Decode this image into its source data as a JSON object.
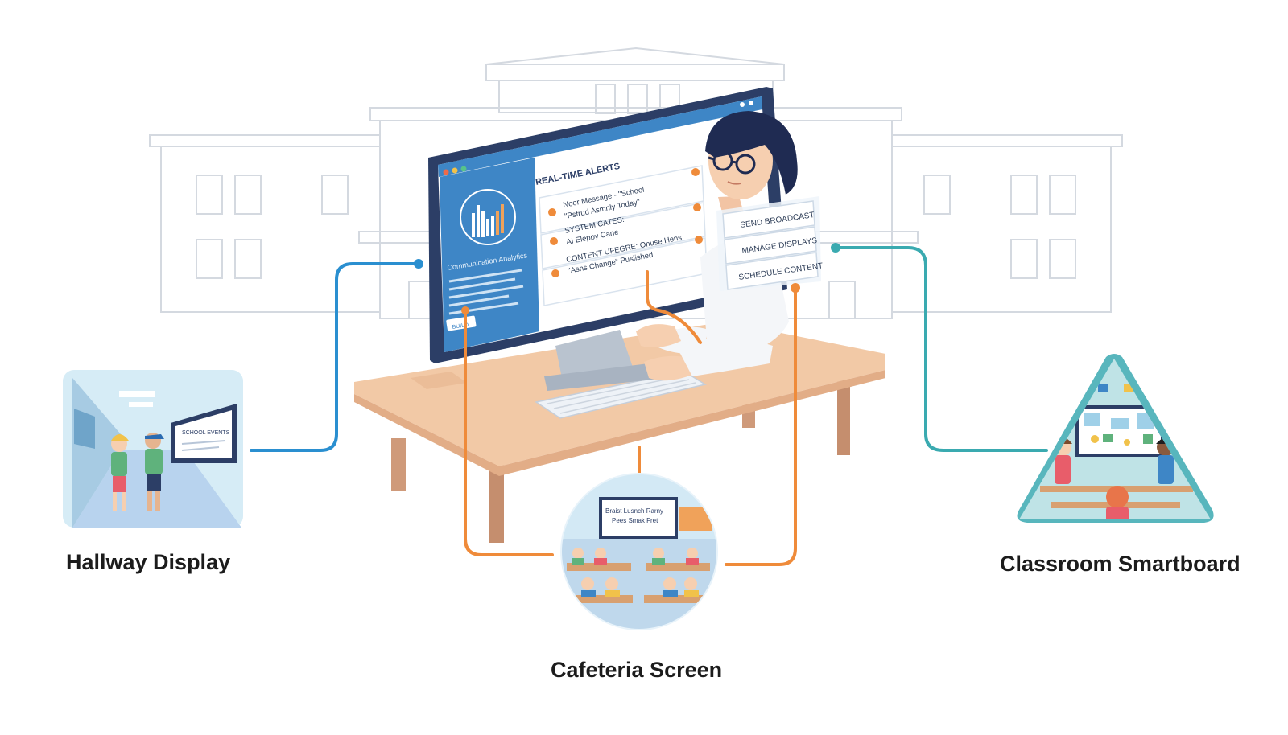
{
  "monitor": {
    "alerts_title": "REAL-TIME ALERTS",
    "alerts": [
      {
        "line1": "Noer Message - \"School",
        "line2": "\"Pstrud Asmnly Today\""
      },
      {
        "line1": "SYSTEM CATES:",
        "line2": "AI Eleppy Cane"
      },
      {
        "line1": "CONTENT UFEGRE: Onuse Hens",
        "line2": "\"Asns Change\" Puslished"
      }
    ],
    "sidebar_caption": "Communication Analytics",
    "sidebar_button": "BUILD"
  },
  "panel_buttons": [
    "SEND BROADCAST",
    "MANAGE DISPLAYS",
    "SCHEDULE CONTENT"
  ],
  "hallway": {
    "label": "Hallway Display",
    "screen_text": "SCHOOL EVENTS"
  },
  "cafeteria": {
    "label": "Cafeteria Screen",
    "board_line1": "Braist Lusnch Rarny",
    "board_line2": "Pees Smak Fret"
  },
  "classroom": {
    "label": "Classroom Smartboard"
  },
  "colors": {
    "hallway_link": "#2a8fd0",
    "classroom_link": "#3aaab0",
    "cafeteria_link": "#ef8b3a",
    "monitor_bezel": "#2c3e66",
    "screen_sidebar": "#3e86c6",
    "desk": "#f2c9a6"
  }
}
